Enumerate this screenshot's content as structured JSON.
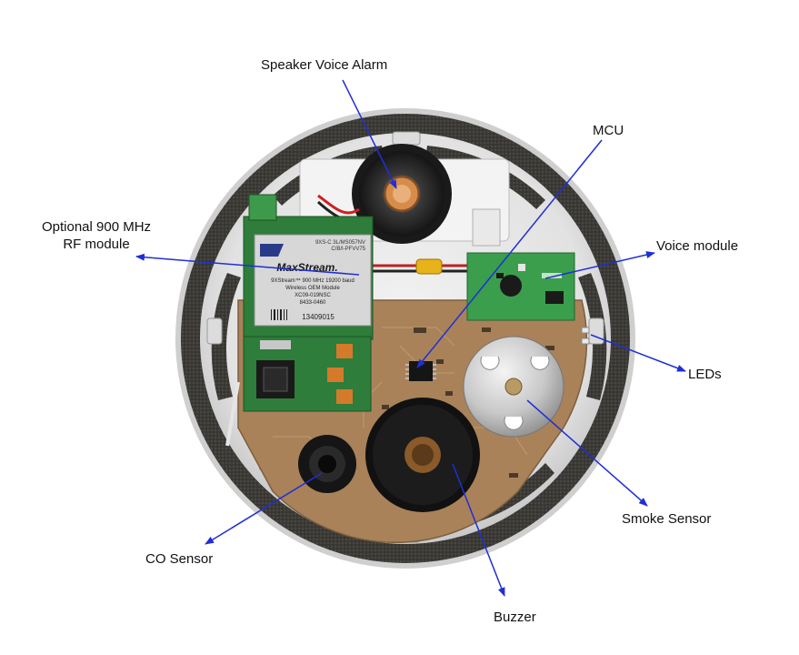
{
  "labels": {
    "speaker": "Speaker Voice Alarm",
    "mcu": "MCU",
    "rf_line1": "Optional 900 MHz",
    "rf_line2": "RF module",
    "voice": "Voice module",
    "leds": "LEDs",
    "smoke": "Smoke Sensor",
    "co": "CO Sensor",
    "buzzer": "Buzzer"
  },
  "rf_module_print": {
    "top1": "9XS-C 3L/MS057NV",
    "top2": "C/B/I-PFVV75",
    "brand": "MaxStream.",
    "line1": "9XStream™ 900 MHz 19200 baud",
    "line2": "Wireless OEM Module",
    "line3": "XC09-019NSC",
    "line4": "8433-0460",
    "serial": "13409015"
  },
  "colors": {
    "arrow": "#1f2fd6",
    "pcb_board": "#a07a4a",
    "green_pcb": "#2f8a3e",
    "housing": "#e4e4e4",
    "foam": "#3a3a3a"
  }
}
